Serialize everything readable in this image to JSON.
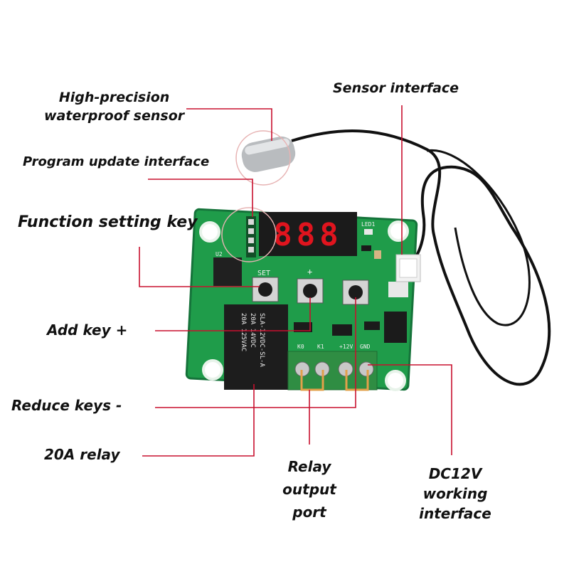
{
  "labels": {
    "sensor_line1": "High-precision",
    "sensor_line2": "waterproof sensor",
    "sensor_interface": "Sensor interface",
    "program_update": "Program update interface",
    "function_key": "Function setting key",
    "add_key": "Add key +",
    "reduce_keys": "Reduce keys -",
    "relay": "20A relay",
    "relay_port_line1": "Relay",
    "relay_port_line2": "output",
    "relay_port_line3": "port",
    "dc_line1": "DC12V",
    "dc_line2": "working",
    "dc_line3": "interface"
  },
  "board": {
    "display": "888",
    "set": "SET",
    "plus": "+",
    "led": "LED1",
    "relay_text1": "20A 125VAC",
    "relay_text2": "20A 14VDC",
    "relay_text3": "SLA-12VDC-SL-A",
    "k0": "K0",
    "k1": "K1",
    "v12": "+12V",
    "gnd": "GND"
  },
  "colors": {
    "leader": "#c8102e",
    "pcb": "#1f9c4a",
    "pcb_dark": "#15733a",
    "digit": "#e0141e",
    "terminal": "#2f8d43",
    "bracket": "#e2a04a"
  }
}
